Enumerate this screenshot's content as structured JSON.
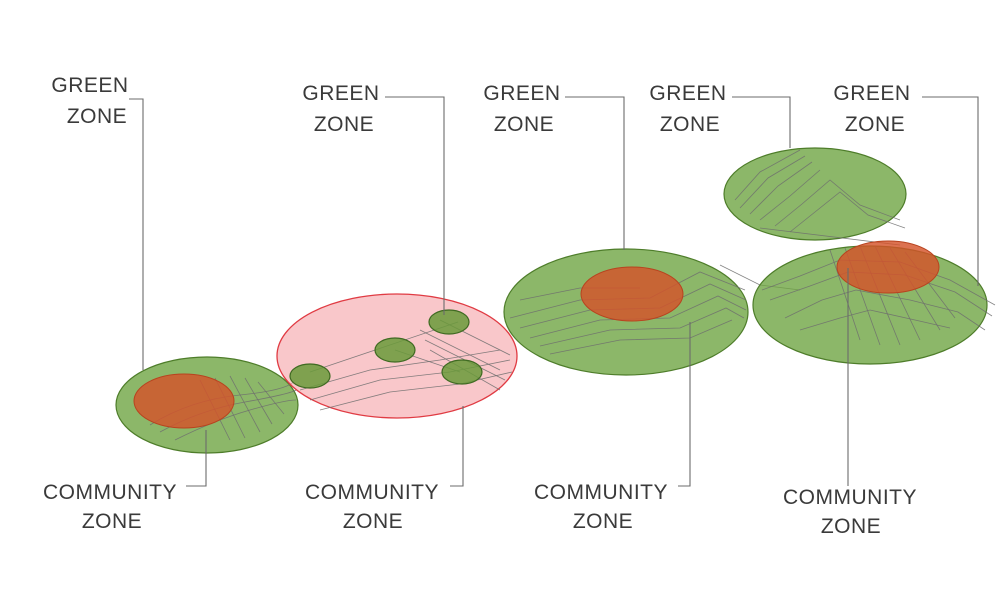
{
  "labels": {
    "green_line1": "GREEN",
    "green_line2": "ZONE",
    "community_line1": "COMMUNITY",
    "community_line2": "ZONE"
  },
  "colors": {
    "green_zone": "#6ca33f",
    "community_zone": "#d4532a",
    "pink_zone": "#f6a9ad",
    "pink_outline": "#e03b43",
    "text": "#3a3a3a",
    "leader": "#6b6b6b"
  }
}
